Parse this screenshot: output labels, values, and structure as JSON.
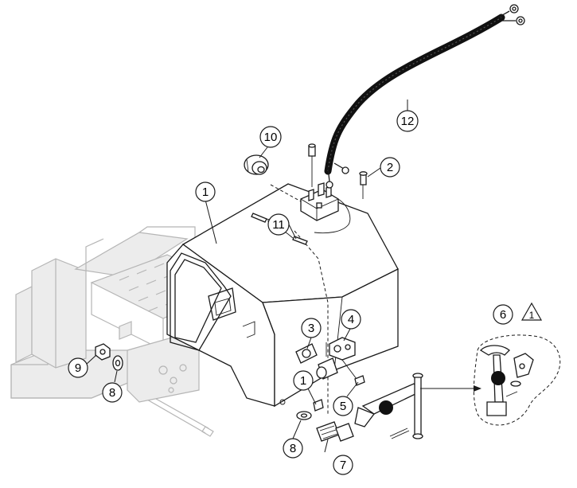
{
  "diagram": {
    "callouts": [
      {
        "id": "c1a",
        "label": "1"
      },
      {
        "id": "c1b",
        "label": "1"
      },
      {
        "id": "c2",
        "label": "2"
      },
      {
        "id": "c3",
        "label": "3"
      },
      {
        "id": "c4",
        "label": "4"
      },
      {
        "id": "c5",
        "label": "5"
      },
      {
        "id": "c6",
        "label": "6"
      },
      {
        "id": "c6note",
        "label": "1"
      },
      {
        "id": "c7",
        "label": "7"
      },
      {
        "id": "c8a",
        "label": "8"
      },
      {
        "id": "c8b",
        "label": "8"
      },
      {
        "id": "c9",
        "label": "9"
      },
      {
        "id": "c10",
        "label": "10"
      },
      {
        "id": "c11",
        "label": "11"
      },
      {
        "id": "c12",
        "label": "12"
      }
    ]
  }
}
